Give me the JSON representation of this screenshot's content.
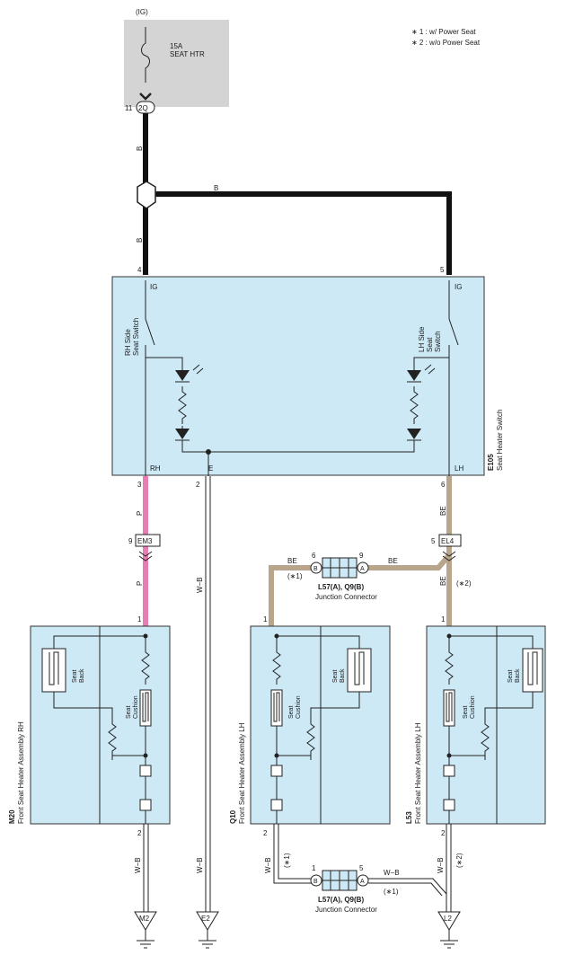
{
  "fuse": {
    "source": "(IG)",
    "rating": "15A",
    "name": "SEAT HTR",
    "pin": "11",
    "connector": "2Q"
  },
  "notes": [
    "∗ 1 : w/ Power Seat",
    "∗ 2 : w/o Power Seat"
  ],
  "wire_colors": {
    "b": "B",
    "p": "P",
    "be": "BE",
    "wb": "W−B"
  },
  "switch": {
    "code": "E105",
    "name": "Seat Heater Switch",
    "rh_label": "RH Side\nSeat Switch",
    "lh_label": "LH Side\nSeat\nSwitch",
    "pin_ig_left": "4",
    "pin_ig_right": "5",
    "ig": "IG",
    "pin_rh": "3",
    "pin_e": "2",
    "pin_lh": "6",
    "rh": "RH",
    "e": "E",
    "lh": "LH"
  },
  "connectors": {
    "em3": {
      "pin": "9",
      "name": "EM3"
    },
    "el4": {
      "pin": "5",
      "name": "EL4"
    }
  },
  "junction_top": {
    "pin_b": "6",
    "pin_a": "9",
    "b": "B",
    "a": "A",
    "title": "L57(A), Q9(B)",
    "subtitle": "Junction Connector",
    "note_b": "(∗1)",
    "note_right": "(∗2)"
  },
  "junction_bottom": {
    "pin_b": "1",
    "pin_a": "5",
    "b": "B",
    "a": "A",
    "title": "L57(A), Q9(B)",
    "subtitle": "Junction Connector",
    "note_left": "(∗1)",
    "note_mid": "(∗1)",
    "note_right": "(∗2)"
  },
  "heaters": [
    {
      "code": "M20",
      "name": "Front Seat Heater Assembly RH",
      "pin_top": "1",
      "pin_bottom": "2",
      "seat_back": "Seat\nBack",
      "seat_cushion": "Seat\nCushion",
      "ground": "M2"
    },
    {
      "code": "Q10",
      "name": "Front Seat Heater Assembly LH",
      "pin_top": "1",
      "pin_bottom": "2",
      "seat_back": "Seat\nBack",
      "seat_cushion": "Seat\nCushion"
    },
    {
      "code": "L53",
      "name": "Front Seat Heater Assembly LH",
      "pin_top": "1",
      "pin_bottom": "2",
      "seat_back": "Seat\nBack",
      "seat_cushion": "Seat\nCushion",
      "ground": "L2"
    }
  ],
  "ground_e": "E2",
  "colors": {
    "component_fill": "#cde9f6",
    "fuse_box": "#d4d4d4",
    "wire_pink": "#e87db4",
    "wire_beige": "#b8a58c",
    "wire_black": "#111111"
  }
}
